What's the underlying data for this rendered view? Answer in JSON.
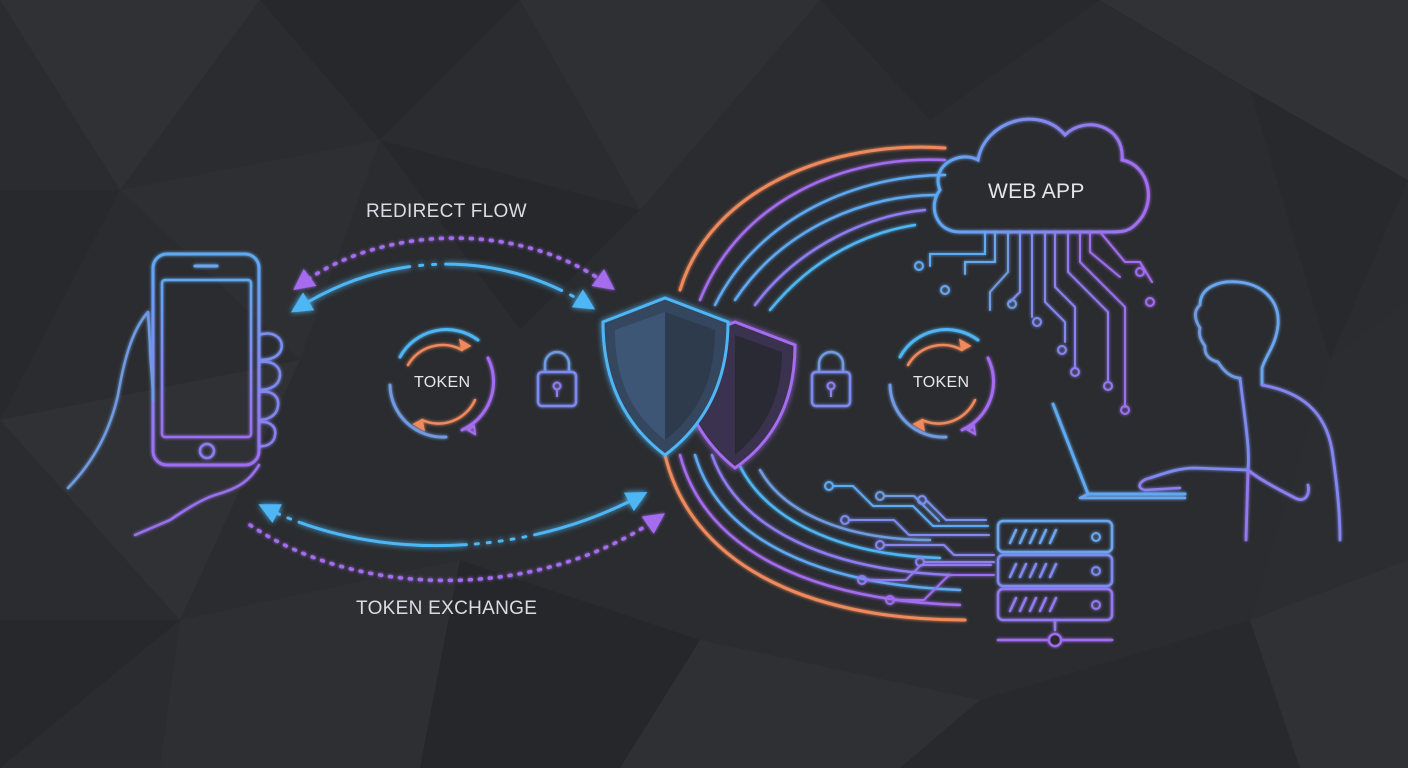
{
  "labels": {
    "redirect_flow": "REDIRECT FLOW",
    "token_exchange": "TOKEN EXCHANGE",
    "token_left": "TOKEN",
    "token_right": "TOKEN",
    "web_app": "WEB APP"
  },
  "icons": [
    "smartphone-in-hand-icon",
    "refresh-cycle-icon",
    "padlock-icon",
    "shield-icon",
    "cloud-icon",
    "server-rack-icon",
    "person-at-laptop-icon",
    "circuit-lines-icon"
  ],
  "colors": {
    "background": "#2a2c2f",
    "blue": "#4fb6f5",
    "purple": "#a56cf0",
    "orange": "#f08a5b",
    "steel_blue": "#6f9be0"
  }
}
